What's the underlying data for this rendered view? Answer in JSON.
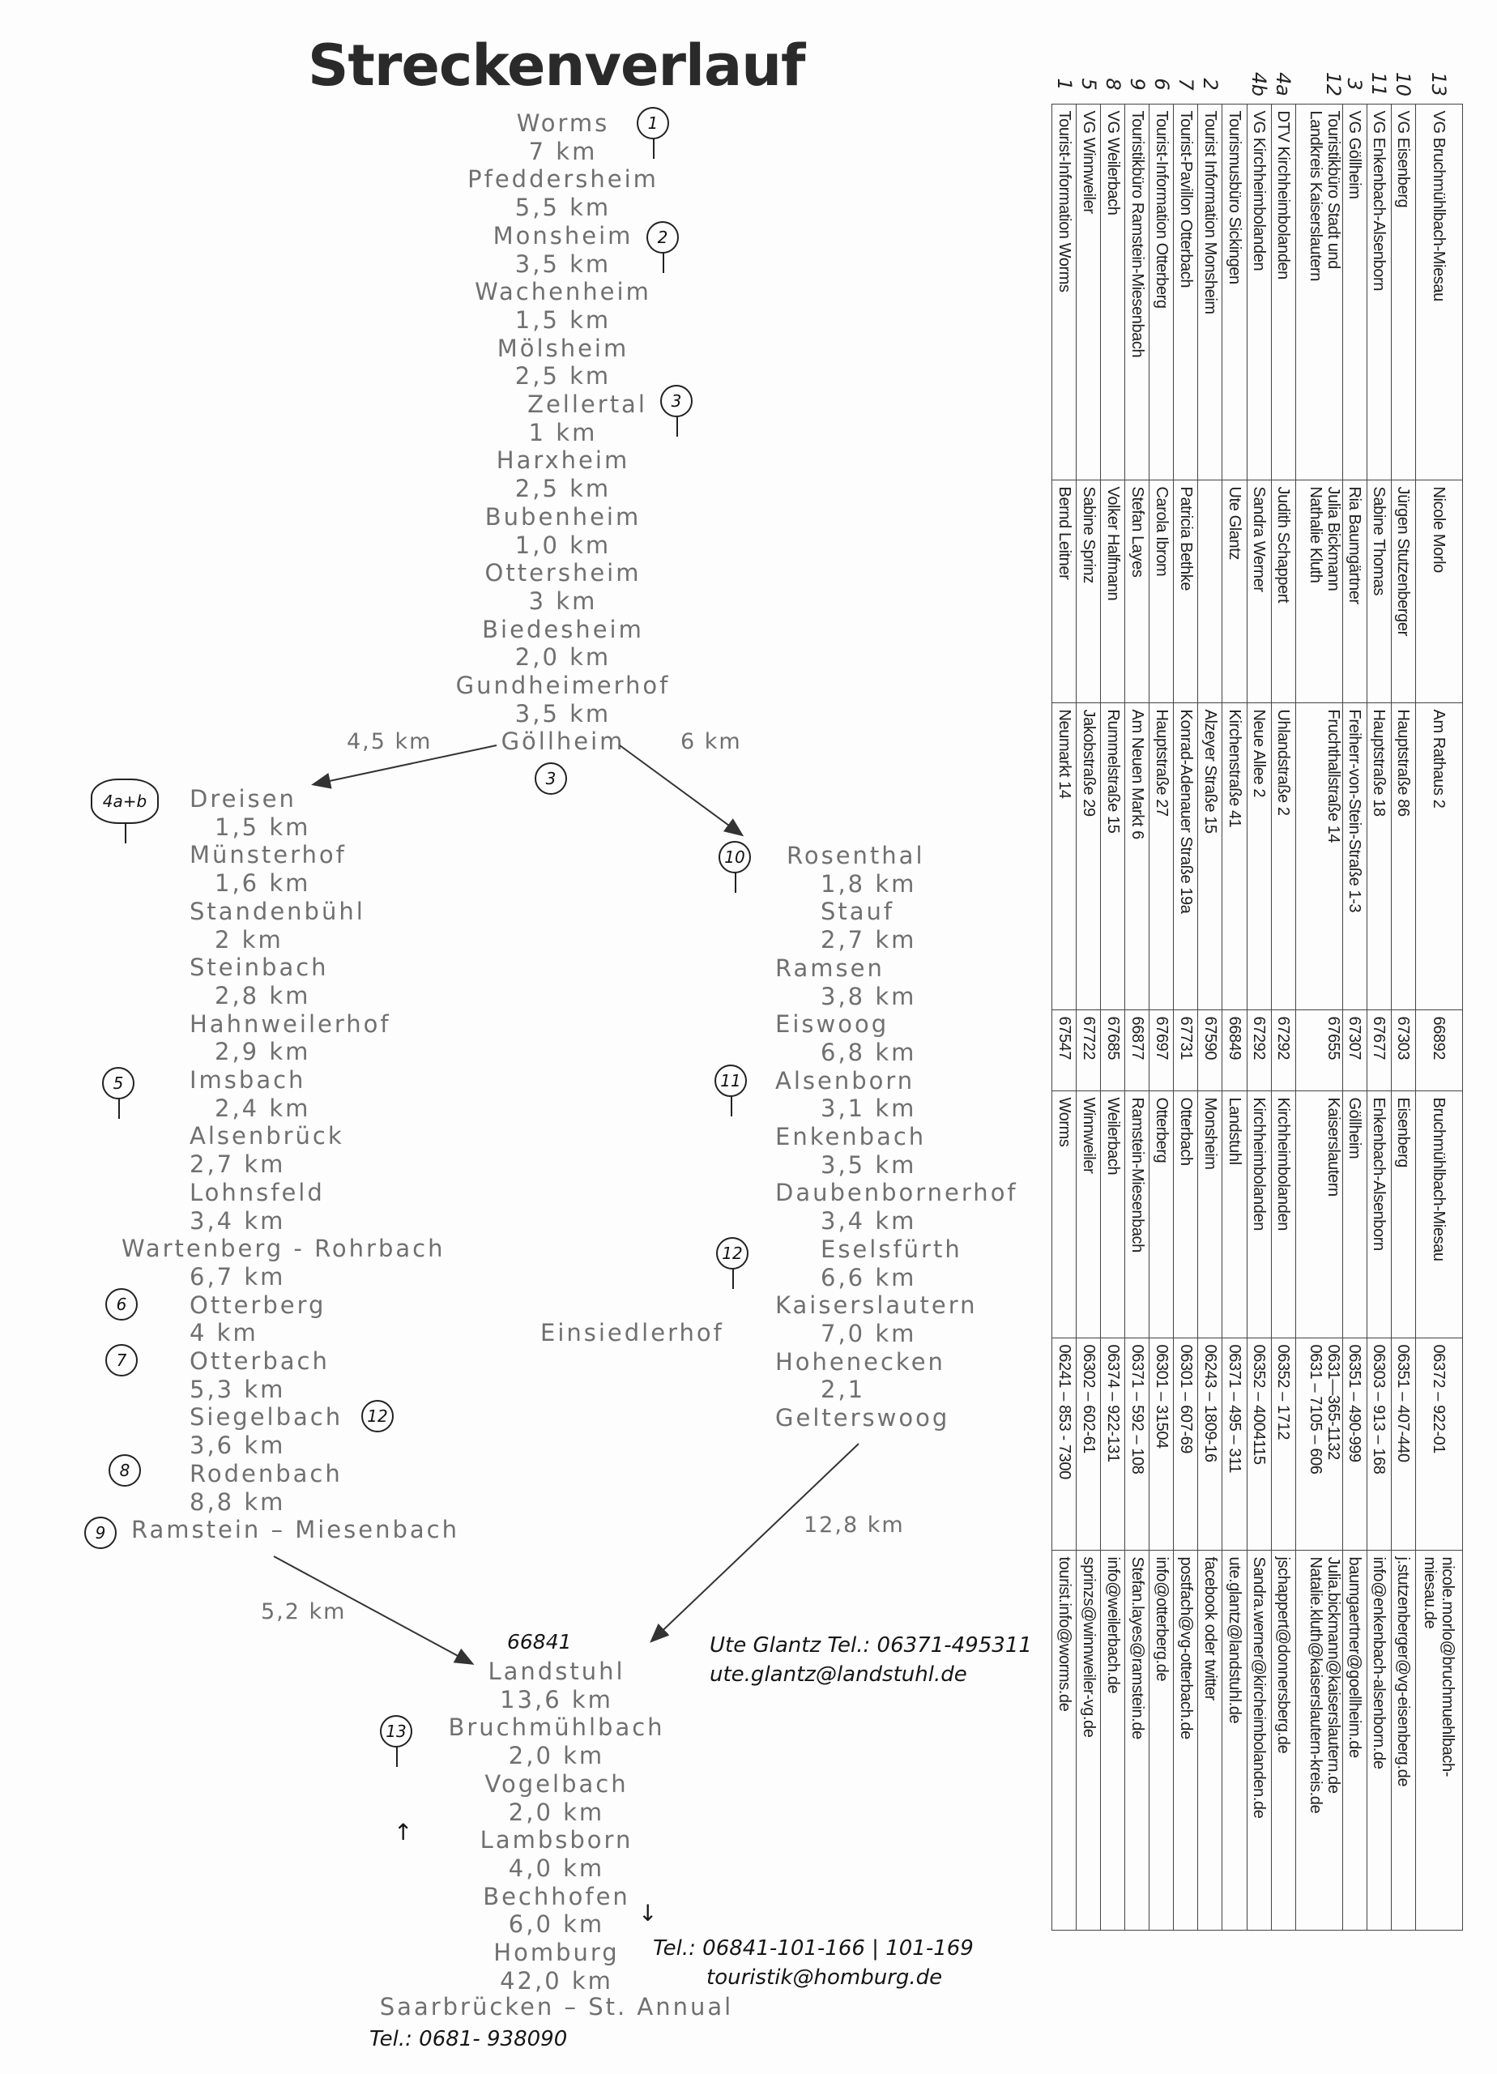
{
  "title": "Streckenverlauf",
  "route_main": [
    "Worms",
    "7 km",
    "Pfeddersheim",
    "5,5 km",
    "Monsheim",
    "3,5 km",
    "Wachenheim",
    "1,5 km",
    "Mölsheim",
    "2,5 km",
    "Zellertal",
    "1 km",
    "Harxheim",
    "2,5 km",
    "Bubenheim",
    "1,0 km",
    "Ottersheim",
    "3 km",
    "Biedesheim",
    "2,0 km",
    "Gundheimerhof",
    "3,5 km",
    "Göllheim"
  ],
  "route_left": [
    "Dreisen",
    "1,5  km",
    "Münsterhof",
    "1,6 km",
    "Standenbühl",
    "2 km",
    "Steinbach",
    "2,8 km",
    "Hahnweilerhof",
    "2,9 km",
    "Imsbach",
    "2,4 km",
    "Alsenbrück",
    "2,7 km",
    "Lohnsfeld",
    "3,4 km",
    "Wartenberg - Rohrbach",
    "6,7 km",
    "Otterberg",
    "4 km",
    "Otterbach",
    "5,3 km",
    "Siegelbach",
    "3,6 km",
    "Rodenbach",
    "8,8 km",
    "Ramstein – Miesenbach"
  ],
  "route_right": [
    "Rosenthal",
    "1,8 km",
    "Stauf",
    "2,7 km",
    "Ramsen",
    "3,8 km",
    "Eiswoog",
    "6,8 km",
    "Alsenborn",
    "3,1 km",
    "Enkenbach",
    "3,5 km",
    "Daubenbornerhof",
    "3,4 km",
    "Eselsfürth",
    "6,6 km",
    "Kaiserslautern",
    "7,0 km",
    "Hohenecken",
    "2,1",
    "Gelterswoog"
  ],
  "route_bottom": [
    "Landstuhl",
    "13,6 km",
    "Bruchmühlbach",
    "2,0 km",
    "Vogelbach",
    "2,0 km",
    "Lambsborn",
    "4,0 km",
    "Bechhofen",
    "6,0 km",
    "Homburg",
    "42,0 km",
    "Saarbrücken – St. Annual"
  ],
  "einsiedlerhof": "Einsiedlerhof",
  "distances": {
    "left_branch": "4,5 km",
    "right_branch": "6 km",
    "gelterswoog_landstuhl": "12,8 km",
    "ramstein_landstuhl": "5,2 km"
  },
  "markers": {
    "worms": "1",
    "monsheim": "2",
    "zellertal": "3",
    "goellheim": "3",
    "dreisen": "4a+b",
    "rosenthal": "10",
    "alsenborn": "11",
    "eselsfuerth": "12",
    "imsbach": "5",
    "otterberg": "6",
    "otterbach": "7",
    "siegelbach": "12",
    "rodenbach": "8",
    "ramstein": "9",
    "bruchmuehlbach": "13"
  },
  "notes": {
    "landstuhl_plz": "66841",
    "landstuhl_contact": "Ute Glantz  Tel.: 06371-495311",
    "landstuhl_email": "ute.glantz@landstuhl.de",
    "homburg_tel": "Tel.: 06841-101-166 | 101-169",
    "homburg_email": "touristik@homburg.de",
    "saarbruecken_tel": "Tel.: 0681- 938090"
  },
  "contacts": [
    {
      "num": "13",
      "org": "VG Bruchmühlbach-Miesau",
      "person": "Nicole Morlo",
      "street": "Am Rathaus 2",
      "plz": "66892",
      "city": "Bruchmühlbach-Miesau",
      "phone": "06372 – 922-01",
      "email": "nicole.morlo@bruchmuehlbach-\nmiesau.de"
    },
    {
      "num": "10",
      "org": "VG Eisenberg",
      "person": "Jürgen Stutzenberger",
      "street": "Hauptstraße 86",
      "plz": "67303",
      "city": "Eisenberg",
      "phone": "06351 – 407-440",
      "email": "j.stutzenberger@vg-eisenberg.de"
    },
    {
      "num": "11",
      "org": "VG Enkenbach-Alsenborn",
      "person": "Sabine Thomas",
      "street": "Hauptstraße 18",
      "plz": "67677",
      "city": "Enkenbach-Alsenborn",
      "phone": "06303 – 913 – 168",
      "email": "info@enkenbach-alsenborn.de"
    },
    {
      "num": "3",
      "org": "VG Göllheim",
      "person": "Ria Baumgärtner",
      "street": "Freiherr-von-Stein-Straße 1-3",
      "plz": "67307",
      "city": "Göllheim",
      "phone": "06351 – 490-999",
      "email": "baumgaertner@goellheim.de"
    },
    {
      "num": "12",
      "org": "Touristikbüro Stadt und\nLandkreis  Kaiserslautern",
      "person": "Julia Bickmann\nNathalie Kluth",
      "street": "Fruchthallstraße 14",
      "plz": "67655",
      "city": "Kaiserslautern",
      "phone": "0631—365-1132\n0631 – 7105 – 606",
      "email": "Julia.bickmann@kaiserslautern.de\nNatalie.kluth@kaiserslautern-kreis.de"
    },
    {
      "num": "4a",
      "org": "DTV Kirchheimbolanden",
      "person": "Judith Schappert",
      "street": "Uhlandstraße 2",
      "plz": "67292",
      "city": "Kirchheimbolanden",
      "phone": "06352 – 1712",
      "email": "jschappert@donnersberg.de"
    },
    {
      "num": "4b",
      "org": "VG Kirchheimbolanden",
      "person": "Sandra Werner",
      "street": "Neue Allee 2",
      "plz": "67292",
      "city": "Kirchheimbolanden",
      "phone": "06352 – 4004115",
      "email": "Sandra.werner@kircheimbolanden.de"
    },
    {
      "num": "",
      "org": "Tourismusbüro Sickingen",
      "person": "Ute Glantz",
      "street": "Kirchenstraße 41",
      "plz": "66849",
      "city": "Landstuhl",
      "phone": "06371 – 495 – 311",
      "email": "ute.glantz@landstuhl.de"
    },
    {
      "num": "2",
      "org": "Tourist Information Monsheim",
      "person": "",
      "street": "Alzeyer Straße 15",
      "plz": "67590",
      "city": "Monsheim",
      "phone": "06243 – 1809-16",
      "email": "facebook oder twitter"
    },
    {
      "num": "7",
      "org": "Tourist-Pavillon Otterbach",
      "person": "Patricia Bethke",
      "street": "Konrad-Adenauer Straße 19a",
      "plz": "67731",
      "city": "Otterbach",
      "phone": "06301 – 607-69",
      "email": "postfach@vg-otterbach.de"
    },
    {
      "num": "6",
      "org": "Tourist-Information Otterberg",
      "person": "Carola Ibrom",
      "street": "Hauptstraße 27",
      "plz": "67697",
      "city": "Otterberg",
      "phone": "06301 – 31504",
      "email": "info@otterberg.de"
    },
    {
      "num": "9",
      "org": "Touristikbüro Ramstein-Miesenbach",
      "person": "Stefan Layes",
      "street": "Am Neuen Markt 6",
      "plz": "66877",
      "city": "Ramstein-Miesenbach",
      "phone": "06371 – 592 – 108",
      "email": "Stefan.layes@ramstein.de"
    },
    {
      "num": "8",
      "org": "VG Weilerbach",
      "person": "Volker Halfmann",
      "street": "Rummelstraße 15",
      "plz": "67685",
      "city": "Weilerbach",
      "phone": "06374 – 922-131",
      "email": "info@weilerbach.de"
    },
    {
      "num": "5",
      "org": "VG Winnweiler",
      "person": "Sabine Sprinz",
      "street": "Jakobstraße 29",
      "plz": "67722",
      "city": "Winnweiler",
      "phone": "06302 – 602-61",
      "email": "sprinzs@winnweiler-vg.de"
    },
    {
      "num": "1",
      "org": "Tourist-Information Worms",
      "person": "Bernd Leitner",
      "street": "Neumarkt 14",
      "plz": "67547",
      "city": "Worms",
      "phone": "06241 – 853 - 7300",
      "email": "tourist.info@worms.de"
    }
  ]
}
